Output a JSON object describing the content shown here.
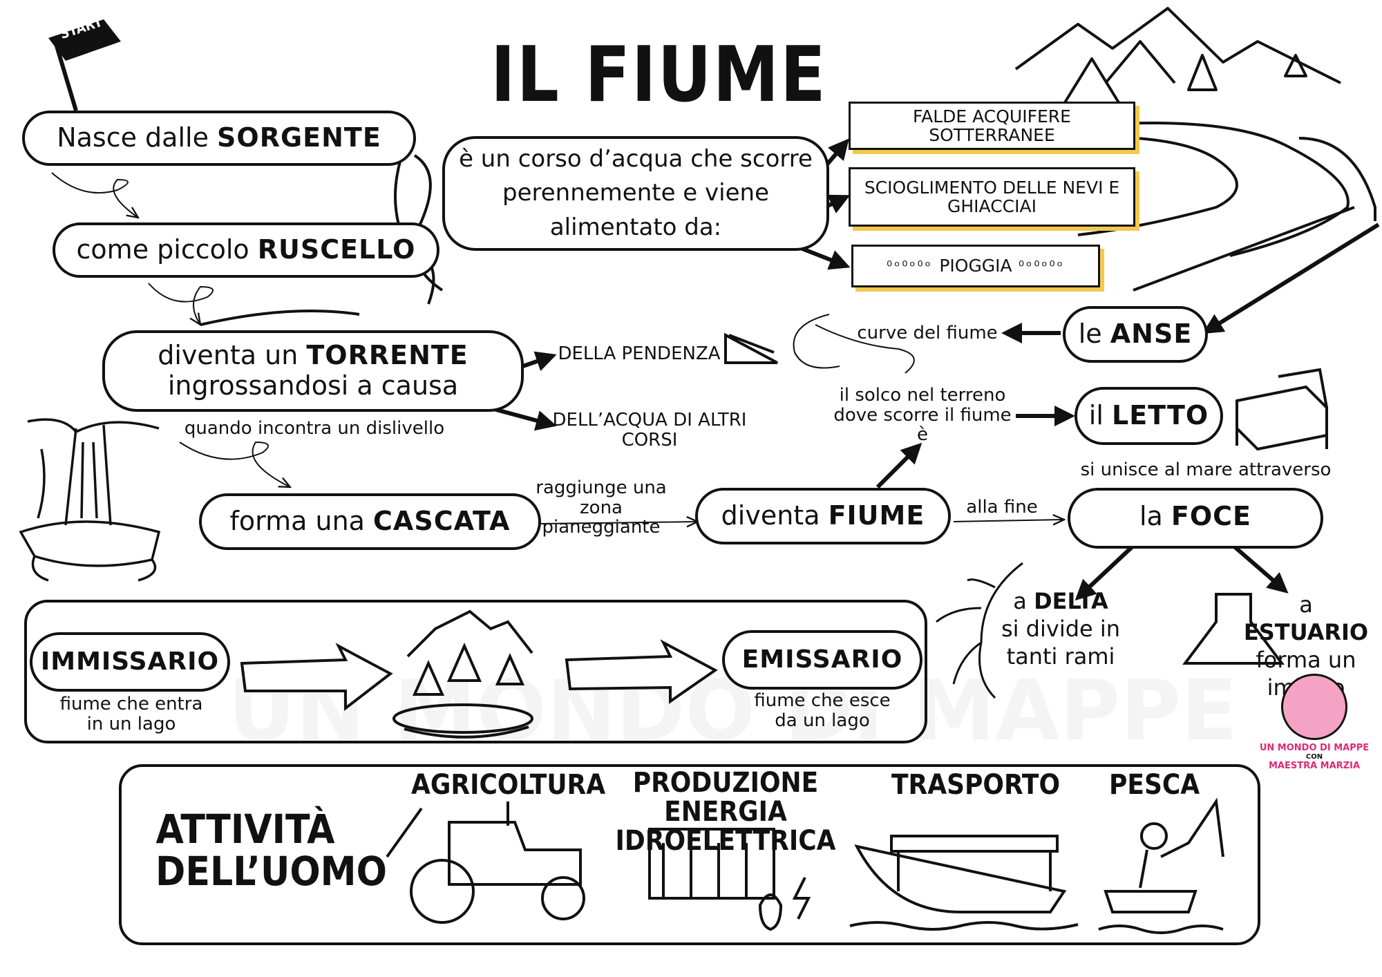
{
  "title": "IL FIUME",
  "start_flag": "START",
  "flow": {
    "sorgente": {
      "pre": "Nasce dalle ",
      "bold": "SORGENTE"
    },
    "ruscello": {
      "pre": "come piccolo ",
      "bold": "RUSCELLO"
    },
    "torrente": {
      "pre": "diventa un ",
      "bold": "TORRENTE",
      "line2": "ingrossandosi a causa"
    },
    "pendenza": "DELLA PENDENZA",
    "acqua_altri": "DELL’ACQUA DI ALTRI CORSI",
    "dislivello": "quando incontra un dislivello",
    "cascata": {
      "pre": "forma una ",
      "bold": "CASCATA"
    },
    "zona_pianeggiante": "raggiunge una zona pianeggiante",
    "fiume": {
      "pre": "diventa ",
      "bold": "FIUME"
    },
    "alla_fine": "alla fine",
    "mare": "si unisce al mare attraverso",
    "foce": {
      "pre": "la ",
      "bold": "FOCE"
    }
  },
  "definizione": "è un corso d’acqua che scorre perennemente  e viene alimentato da:",
  "alimentazione": [
    "FALDE ACQUIFERE SOTTERRANEE",
    "SCIOGLIMENTO DELLE NEVI E GHIACCIAI",
    "PIOGGIA"
  ],
  "anse": {
    "pre": "le ",
    "bold": "ANSE",
    "desc": "curve del fiume"
  },
  "letto": {
    "pre": "il ",
    "bold": "LETTO",
    "desc": "il solco nel terreno dove scorre il fiume è"
  },
  "delta": {
    "pre": "a ",
    "bold": "DELTA",
    "desc": "si divide in tanti rami"
  },
  "estuario": {
    "pre": "a ",
    "bold": "ESTUARIO",
    "desc": "forma un imbuto"
  },
  "lago": {
    "immissario": "IMMISSARIO",
    "immissario_desc": "fiume che entra in un lago",
    "emissario": "EMISSARIO",
    "emissario_desc": "fiume che esce da un lago"
  },
  "attivita": {
    "heading": "ATTIVITÀ DELL’UOMO",
    "items": [
      "AGRICOLTURA",
      "PRODUZIONE ENERGIA IDROELETTRICA",
      "TRASPORTO",
      "PESCA"
    ]
  },
  "logo": {
    "line1": "UN MONDO DI MAPPE",
    "line2": "CON",
    "line3": "MAESTRA MARZIA"
  },
  "colors": {
    "ink": "#111111",
    "highlight": "#f2c94c",
    "logo_pink": "#e0287a"
  }
}
